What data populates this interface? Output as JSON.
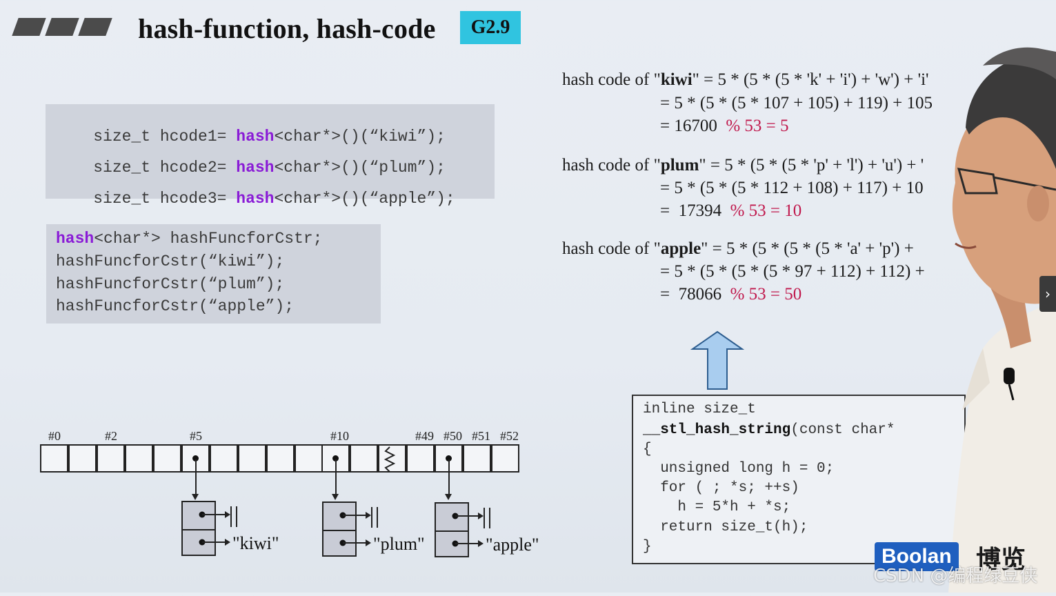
{
  "slide": {
    "title": "hash-function, hash-code",
    "badge": "G2.9"
  },
  "code_box_1": {
    "lines": [
      {
        "pre": "size_t hcode1= ",
        "kw": "hash",
        "post": "<char*>()(“kiwi”);"
      },
      {
        "pre": "size_t hcode2= ",
        "kw": "hash",
        "post": "<char*>()(“plum”);"
      },
      {
        "pre": "size_t hcode3= ",
        "kw": "hash",
        "post": "<char*>()(“apple”);"
      }
    ]
  },
  "code_box_2": {
    "line1_kw": "hash",
    "line1_rest": "<char*> hashFuncforCstr;",
    "line2": "hashFuncforCstr(“kiwi”);",
    "line3": "hashFuncforCstr(“plum”);",
    "line4": "hashFuncforCstr(“apple”);"
  },
  "formulas": {
    "kiwi": {
      "prefix": "hash code of \"",
      "word": "kiwi",
      "l1_rest": "\" = 5 * (5 * (5 * 'k' + 'i') + 'w') + 'i'",
      "l2": "= 5 * (5 * (5 * 107 + 105) + 119) + 105",
      "l3_a": "= 16700  ",
      "l3_mod": "% 53 = 5"
    },
    "plum": {
      "prefix": "hash code of \"",
      "word": "plum",
      "l1_rest": "\" = 5 * (5 * (5 * 'p' + 'l') + 'u') + '",
      "l2": "= 5 * (5 * (5 * 112 + 108) + 117) + 10",
      "l3_a": "=  17394  ",
      "l3_mod": "% 53 = 10"
    },
    "apple": {
      "prefix": "hash code of \"",
      "word": "apple",
      "l1_rest": "\" = 5 * (5 * (5 * (5 * 'a' + 'p') +",
      "l2": "= 5 * (5 * (5 * (5 * 97 + 112) + 112) +",
      "l3_a": "=  78066  ",
      "l3_mod": "% 53 = 50"
    }
  },
  "stl_code": {
    "l1": "inline size_t",
    "l2_fn": "__stl_hash_string",
    "l2_rest": "(const char*",
    "l3": "{",
    "l4": "  unsigned long h = 0;",
    "l5": "  for ( ; *s; ++s)",
    "l6": "    h = 5*h + *s;",
    "l7": "  return size_t(h);",
    "l8": "}"
  },
  "hashtable": {
    "bucket_labels": [
      "#0",
      "#2",
      "#5",
      "#10",
      "#49",
      "#50",
      "#51",
      "#52"
    ],
    "nodes": [
      "\"kiwi\"",
      "\"plum\"",
      "\"apple\""
    ]
  },
  "branding": {
    "logo": "Boolan",
    "logo_cn": "博览",
    "watermark": "CSDN @编程绿豆侠"
  },
  "nav": {
    "next_icon": "›"
  },
  "colors": {
    "keyword": "#8a1bd6",
    "modulo": "#c0184c",
    "badge": "#30c4e0",
    "arrow": "#a9cdef"
  }
}
